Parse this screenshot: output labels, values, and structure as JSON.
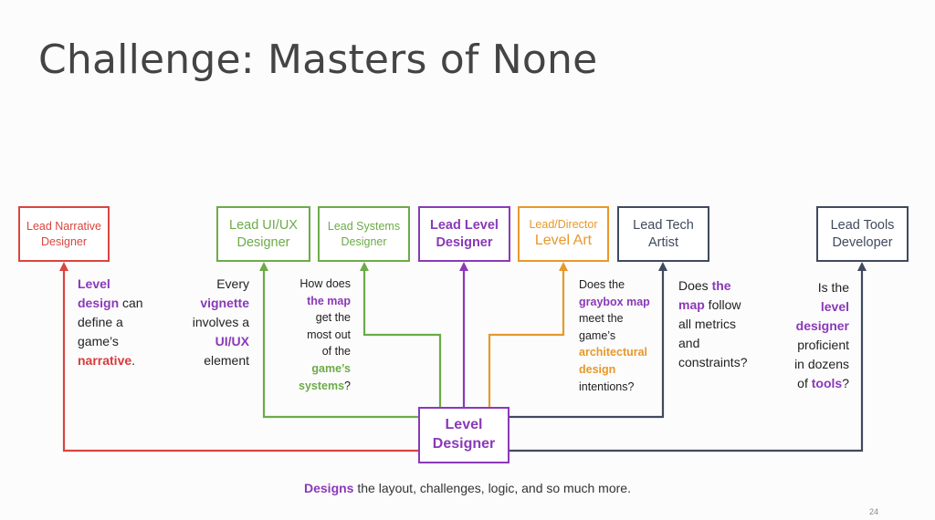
{
  "slide": {
    "title": "Challenge: Masters of None",
    "page_number": "24"
  },
  "boxes": {
    "narrative": {
      "line1": "Lead Narrative",
      "line2": "Designer",
      "color": "#d9453f"
    },
    "uiux": {
      "line1": "Lead UI/UX",
      "line2": "Designer",
      "color": "#6cab48"
    },
    "systems": {
      "line1": "Lead Systems",
      "line2": "Designer",
      "color": "#6cab48"
    },
    "leveldesign": {
      "line1": "Lead Level",
      "line2": "Designer",
      "color": "#8a39b8"
    },
    "levelart": {
      "line1": "Lead/Director",
      "line2": "Level Art",
      "color": "#e8982a"
    },
    "techartist": {
      "line1": "Lead Tech",
      "line2": "Artist",
      "color": "#404a5c"
    },
    "tools": {
      "line1": "Lead Tools",
      "line2": "Developer",
      "color": "#404a5c"
    },
    "center": {
      "line1": "Level",
      "line2": "Designer",
      "color": "#8a39b8"
    }
  },
  "notes": {
    "narrative": {
      "l1": "Level",
      "l2a": "design",
      "l2b": " can",
      "l3": "define a",
      "l4": "game’s",
      "l5a": "narrative",
      "l5b": "."
    },
    "uiux": {
      "l1": "Every",
      "l2": "vignette",
      "l3": "involves a",
      "l4": "UI/UX",
      "l5": "element"
    },
    "systems": {
      "l1": "How does",
      "l2": "the map",
      "l3": "get the",
      "l4": "most out",
      "l5": "of the",
      "l6": "game’s",
      "l7a": "systems",
      "l7b": "?"
    },
    "levelart": {
      "l1": "Does the",
      "l2": "graybox map",
      "l3": "meet the",
      "l4": "game’s",
      "l5": "architectural",
      "l6": "design",
      "l7": "intentions?"
    },
    "techartist": {
      "l1a": "Does ",
      "l1b": "the",
      "l2a": "map",
      "l2b": " follow",
      "l3": "all metrics",
      "l4": "and",
      "l5": "constraints?"
    },
    "tools": {
      "l1": "Is the",
      "l2": "level",
      "l3": "designer",
      "l4": "proficient",
      "l5": "in dozens",
      "l6a": "of ",
      "l6b": "tools",
      "l6c": "?"
    }
  },
  "footer": {
    "highlight": "Designs",
    "rest": " the layout, challenges, logic, and so much more."
  }
}
